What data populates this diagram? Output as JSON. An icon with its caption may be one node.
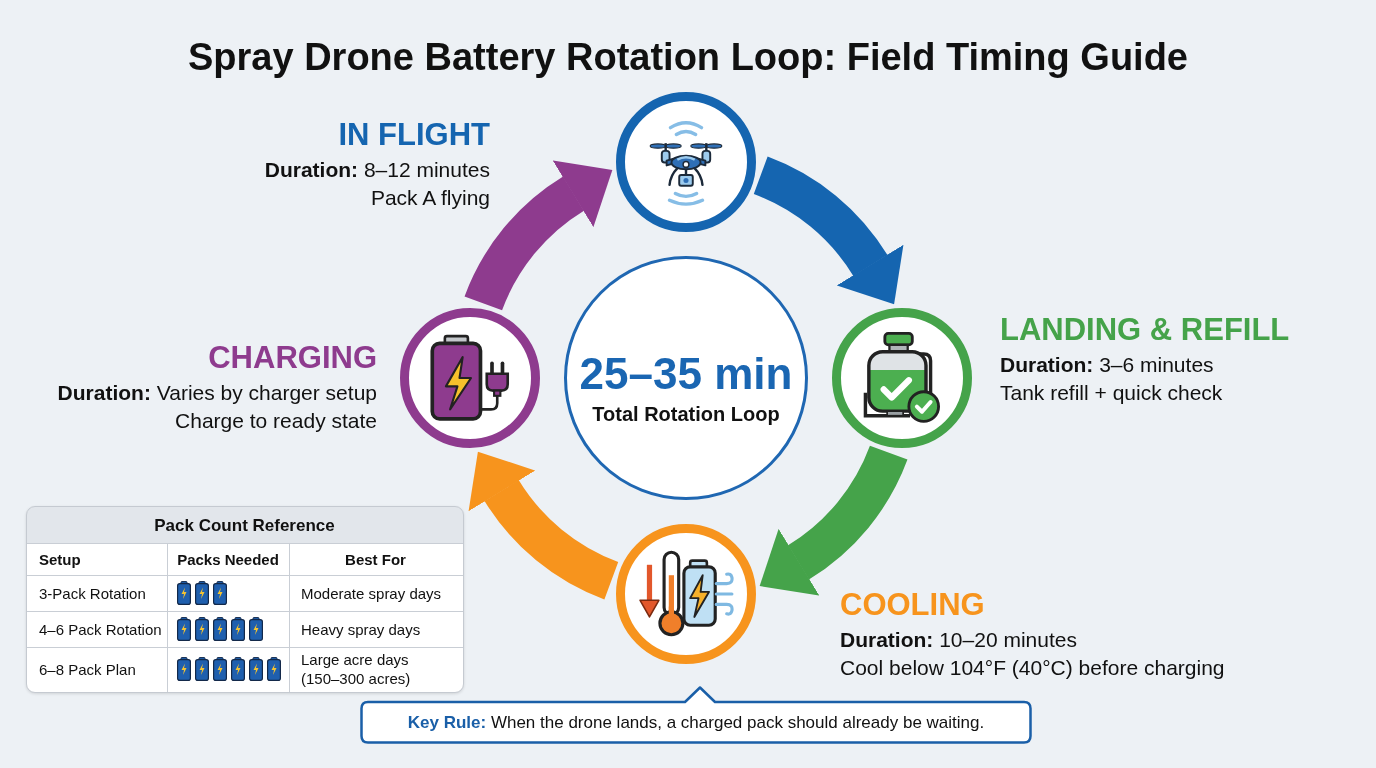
{
  "diagram": {
    "title": "Spray Drone Battery Rotation Loop: Field Timing Guide",
    "nodes": [
      {
        "text": [
          "IN FLIGHT"
        ],
        "beside": [
          "**Duration:** 8–12 minutes",
          "Pack A flying"
        ]
      },
      {
        "text": [
          "LANDING & REFILL"
        ],
        "beside": [
          "**Duration:** 3–6 minutes",
          "Tank refill + quick check"
        ]
      },
      {
        "text": [
          "COOLING"
        ],
        "beside": [
          "**Duration:** 10–20 minutes",
          "Cool below 104°F (40°C) before charging"
        ]
      },
      {
        "text": [
          "CHARGING"
        ],
        "beside": [
          "**Duration:** Varies by charger setup",
          "Charge to ready state"
        ]
      },
      {
        "text": [
          "25–35 min",
          "Total Rotation Loop"
        ]
      },
      {
        "text": [
          "**Key Rule:** When the drone lands, a charged pack should already be waiting."
        ]
      }
    ],
    "edges": [
      {
        "from": 0,
        "to": 1,
        "arrow": "to",
        "color": "#1565b0"
      },
      {
        "from": 1,
        "to": 2,
        "arrow": "to",
        "color": "#45a34a"
      },
      {
        "from": 2,
        "to": 3,
        "arrow": "to",
        "color": "#f7941d"
      },
      {
        "from": 3,
        "to": 0,
        "arrow": "to",
        "color": "#8e3b8e"
      }
    ],
    "labels": [
      "Pack Count Reference",
      "Setup",
      "Packs Needed",
      "Best For",
      "3-Pack Rotation",
      "Moderate spray days",
      "4–6 Pack Rotation",
      "Heavy spray days",
      "6–8 Pack Plan",
      "Large acre days (150–300 acres)"
    ]
  }
}
